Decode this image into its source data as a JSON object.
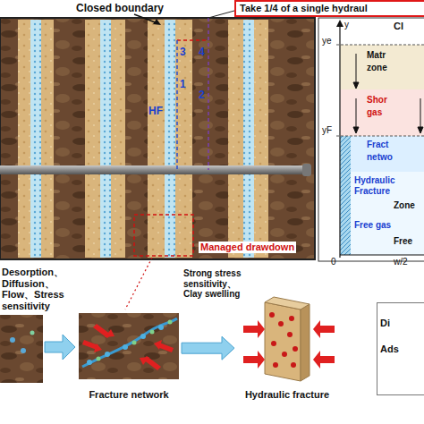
{
  "diagram": {
    "nodes": [
      {
        "text": [
          "Take 1/4 of a single hydraul"
        ]
      },
      {
        "text": [
          "Fracture network"
        ]
      },
      {
        "text": [
          "Hydraulic fracture"
        ]
      },
      {
        "text": [
          "Di",
          "Ads"
        ]
      }
    ],
    "edges": [
      {
        "from": 1,
        "to": 2,
        "arrow": "to",
        "label": "Strong stress sensitivity、Clay swelling"
      }
    ],
    "labels": [
      "Closed boundary",
      "1",
      "2",
      "3",
      "4",
      "HF",
      "Managed drawdown",
      "Cl",
      "y",
      "ye",
      "Matr",
      "zone",
      "Shor",
      "gas",
      "yF",
      "Fract",
      "netwo",
      "Hydraulic Fracture",
      "Zone",
      "Free gas",
      "Free",
      "0",
      "w/2",
      "Desorption、Diffusion、Flow、Stress sensitivity"
    ]
  }
}
